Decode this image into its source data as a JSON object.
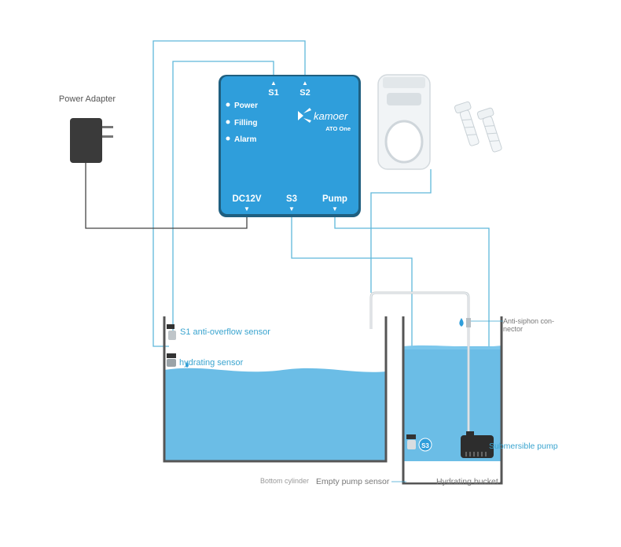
{
  "power_adapter": {
    "label": "Power Adapter"
  },
  "controller": {
    "brand": "kamoer",
    "model": "ATO One",
    "indicators": [
      {
        "label": "Power"
      },
      {
        "label": "Filling"
      },
      {
        "label": "Alarm"
      }
    ],
    "top_ports": [
      {
        "label": "S1"
      },
      {
        "label": "S2"
      }
    ],
    "bottom_ports": [
      {
        "label": "DC12V"
      },
      {
        "label": "S3"
      },
      {
        "label": "Pump"
      }
    ],
    "color": "#2f9edb"
  },
  "labels": {
    "s1_sensor": "S1 anti-overflow sensor",
    "hydrating_sensor": "hydrating sensor",
    "anti_siphon_line1": "Anti-siphon con-",
    "anti_siphon_line2": "nector",
    "submersible_pump": "Submersible pump",
    "s3_badge": "S3",
    "bottom_cylinder": "Bottom cylinder",
    "empty_pump_sensor": "Empty pump sensor",
    "hydrating_bucket": "Hydrating bucket"
  },
  "colors": {
    "wire": "#5fb8da",
    "water": "#6bbde6",
    "tank_wall": "#555555",
    "label_blue": "#3aa4cf",
    "label_gray": "#777777"
  }
}
